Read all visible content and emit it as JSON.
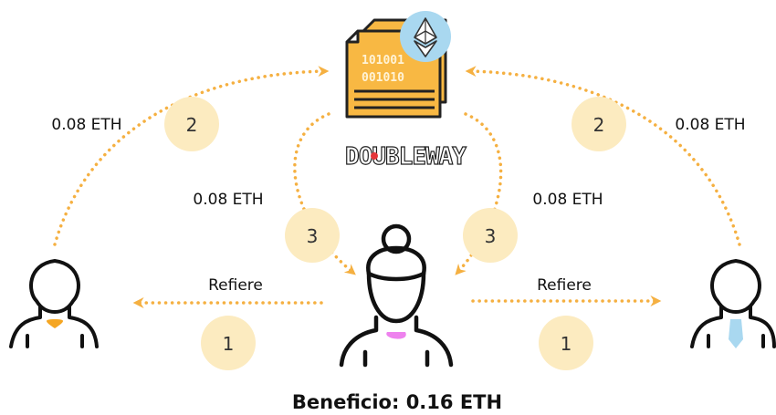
{
  "colors": {
    "arrow": "#F5B041",
    "circle": "#FCEBC0",
    "document": "#F8B843",
    "document_dark": "#222222",
    "eth_badge": "#A9D8F0",
    "doubleway_accent": "#E5373B",
    "left_person_accent": "#F5A623",
    "center_person_accent": "#EE82EE",
    "right_person_accent": "#A9D8F0"
  },
  "document": {
    "code_line_1": "101001",
    "code_line_2": "001010",
    "badge_icon": "ethereum-icon"
  },
  "brand": {
    "logo_text": "DOUBLEWAY"
  },
  "labels": {
    "payout_left_outer": "0.08 ETH",
    "payout_right_outer": "0.08 ETH",
    "payout_left_inner": "0.08 ETH",
    "payout_right_inner": "0.08 ETH",
    "refers_left": "Refiere",
    "refers_right": "Refiere",
    "benefit": "Beneficio: 0.16 ETH"
  },
  "steps": {
    "left_refer": "1",
    "right_refer": "1",
    "left_pay": "2",
    "right_pay": "2",
    "left_return": "3",
    "right_return": "3"
  },
  "people": {
    "left_icon": "person-icon",
    "center_icon": "woman-icon",
    "right_icon": "person-tie-icon"
  }
}
